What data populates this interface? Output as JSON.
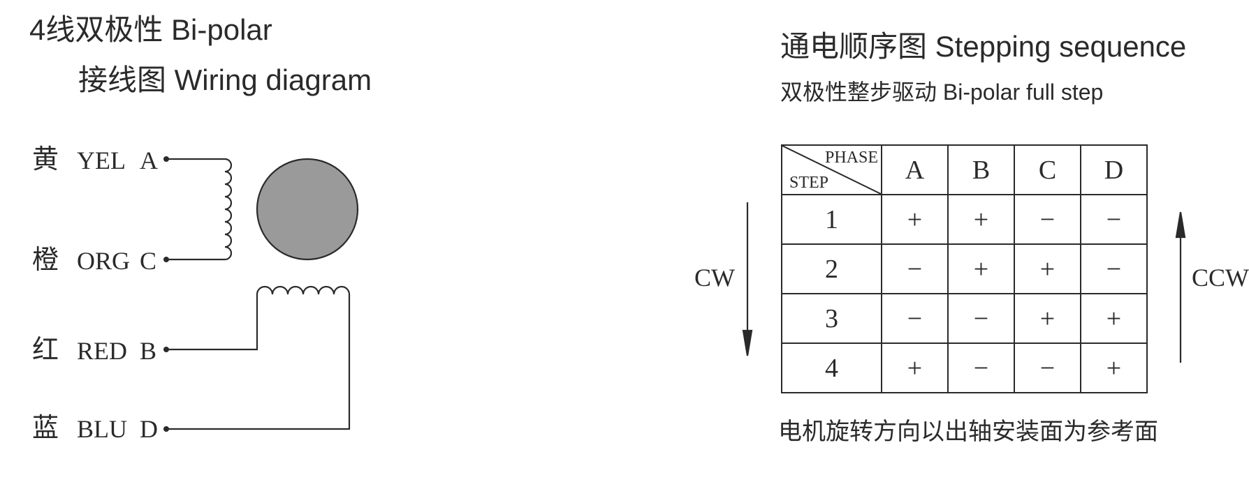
{
  "left": {
    "title": "4线双极性 Bi-polar",
    "subtitle": "接线图 Wiring diagram",
    "wires": [
      {
        "cn": "黄",
        "code": "YEL",
        "terminal": "A"
      },
      {
        "cn": "橙",
        "code": "ORG",
        "terminal": "C"
      },
      {
        "cn": "红",
        "code": "RED",
        "terminal": "B"
      },
      {
        "cn": "蓝",
        "code": "BLU",
        "terminal": "D"
      }
    ]
  },
  "right": {
    "title": "通电顺序图  Stepping sequence",
    "subtitle": "双极性整步驱动  Bi-polar full step",
    "cw_label": "CW",
    "ccw_label": "CCW",
    "note": "电机旋转方向以出轴安装面为参考面",
    "table": {
      "corner_top": "PHASE",
      "corner_bottom": "STEP",
      "phases": [
        "A",
        "B",
        "C",
        "D"
      ],
      "rows": [
        {
          "step": "1",
          "values": [
            "+",
            "+",
            "−",
            "−"
          ]
        },
        {
          "step": "2",
          "values": [
            "−",
            "+",
            "+",
            "−"
          ]
        },
        {
          "step": "3",
          "values": [
            "−",
            "−",
            "+",
            "+"
          ]
        },
        {
          "step": "4",
          "values": [
            "+",
            "−",
            "−",
            "+"
          ]
        }
      ]
    }
  },
  "colors": {
    "ink": "#2a2a2a",
    "rotor": "#9a9a9a"
  }
}
